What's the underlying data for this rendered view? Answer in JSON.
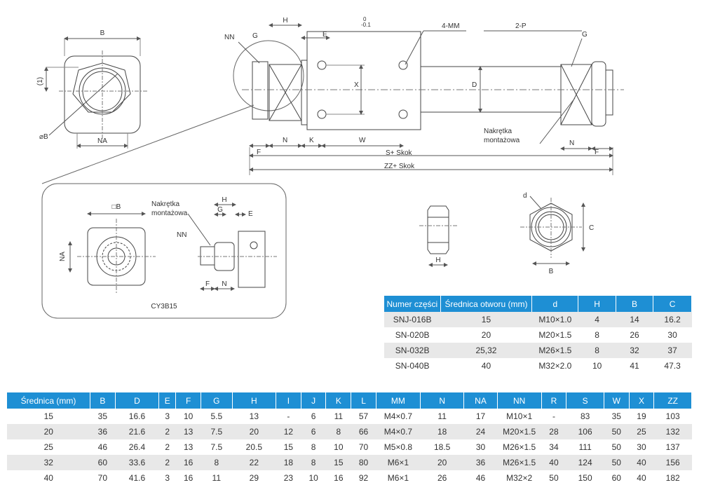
{
  "drawing_labels": {
    "front_B": "B",
    "front_one": "(1)",
    "front_phiB": "⌀B",
    "front_NA": "NA",
    "side_NN": "NN",
    "side_G": "G",
    "side_H": "H",
    "side_E": "E",
    "side_tol": "0",
    "side_tol_minus": "-0.1",
    "side_4MM": "4-MM",
    "side_2P": "2-P",
    "side_G_right": "G",
    "side_X": "X",
    "side_D": "D",
    "side_nut_label_1": "Nakrętka",
    "side_nut_label_2": "montażowa",
    "side_F_left": "F",
    "side_N_left": "N",
    "side_K": "K",
    "side_W": "W",
    "side_N_right": "N",
    "side_F_right": "F",
    "side_S_stroke": "S+ Skok",
    "side_ZZ_stroke": "ZZ+ Skok",
    "detail_B": "□B",
    "detail_NA": "NA",
    "detail_nut_1": "Nakrętka",
    "detail_nut_2": "montażowa",
    "detail_H": "H",
    "detail_G": "G",
    "detail_E": "E",
    "detail_NN": "NN",
    "detail_F": "F",
    "detail_N": "N",
    "detail_caption": "CY3B15",
    "nut_H": "H",
    "nut_d": "d",
    "nut_C": "C",
    "nut_B": "B"
  },
  "nut_table": {
    "headers": [
      "Numer części",
      "Średnica otworu (mm)",
      "d",
      "H",
      "B",
      "C"
    ],
    "rows": [
      [
        "SNJ-016B",
        "15",
        "M10×1.0",
        "4",
        "14",
        "16.2"
      ],
      [
        "SN-020B",
        "20",
        "M20×1.5",
        "8",
        "26",
        "30"
      ],
      [
        "SN-032B",
        "25,32",
        "M26×1.5",
        "8",
        "32",
        "37"
      ],
      [
        "SN-040B",
        "40",
        "M32×2.0",
        "10",
        "41",
        "47.3"
      ]
    ]
  },
  "dim_table": {
    "headers": [
      "Średnica (mm)",
      "B",
      "D",
      "E",
      "F",
      "G",
      "H",
      "I",
      "J",
      "K",
      "L",
      "MM",
      "N",
      "NA",
      "NN",
      "R",
      "S",
      "W",
      "X",
      "ZZ"
    ],
    "rows": [
      [
        "15",
        "35",
        "16.6",
        "3",
        "10",
        "5.5",
        "13",
        "-",
        "6",
        "11",
        "57",
        "M4×0.7",
        "11",
        "17",
        "M10×1",
        "-",
        "83",
        "35",
        "19",
        "103"
      ],
      [
        "20",
        "36",
        "21.6",
        "2",
        "13",
        "7.5",
        "20",
        "12",
        "6",
        "8",
        "66",
        "M4×0.7",
        "18",
        "24",
        "M20×1.5",
        "28",
        "106",
        "50",
        "25",
        "132"
      ],
      [
        "25",
        "46",
        "26.4",
        "2",
        "13",
        "7.5",
        "20.5",
        "15",
        "8",
        "10",
        "70",
        "M5×0.8",
        "18.5",
        "30",
        "M26×1.5",
        "34",
        "111",
        "50",
        "30",
        "137"
      ],
      [
        "32",
        "60",
        "33.6",
        "2",
        "16",
        "8",
        "22",
        "18",
        "8",
        "15",
        "80",
        "M6×1",
        "20",
        "36",
        "M26×1.5",
        "40",
        "124",
        "50",
        "40",
        "156"
      ],
      [
        "40",
        "70",
        "41.6",
        "3",
        "16",
        "11",
        "29",
        "23",
        "10",
        "16",
        "92",
        "M6×1",
        "26",
        "46",
        "M32×2",
        "50",
        "150",
        "60",
        "40",
        "182"
      ]
    ]
  }
}
